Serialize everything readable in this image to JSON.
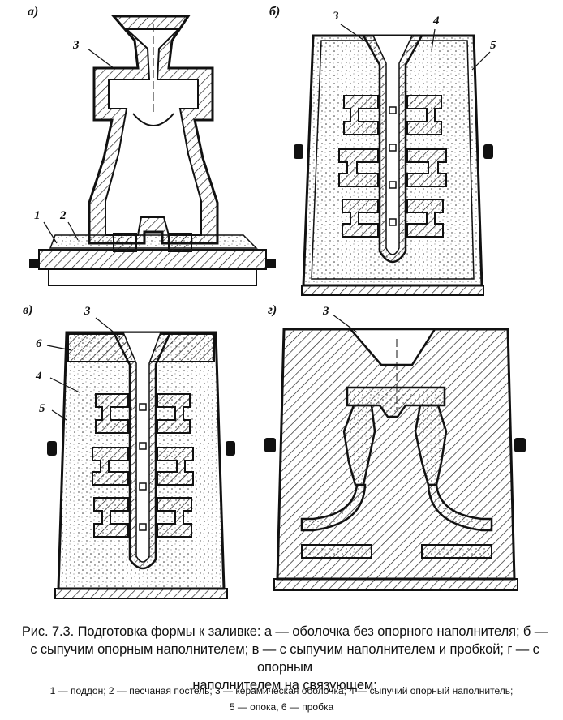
{
  "panels": {
    "a": "а)",
    "b": "б)",
    "v": "в)",
    "g": "г)"
  },
  "numbers": {
    "n1": "1",
    "n2": "2",
    "n3": "3",
    "n4": "4",
    "n5": "5",
    "n6": "6"
  },
  "caption": {
    "line1": "Рис. 7.3. Подготовка формы к заливке: а — оболочка без опорного наполнителя; б —",
    "line2": "с сыпучим опорным наполнителем; в — с сыпучим наполнителем и пробкой; г — с опорным",
    "line3": "наполнителем на связующем;"
  },
  "legend": {
    "line1": "1 — поддон; 2 — песчаная постель; 3 — керамическая оболочка; 4 — сыпучий опорный наполнитель;",
    "line2": "5 — опока, 6 — пробка"
  }
}
